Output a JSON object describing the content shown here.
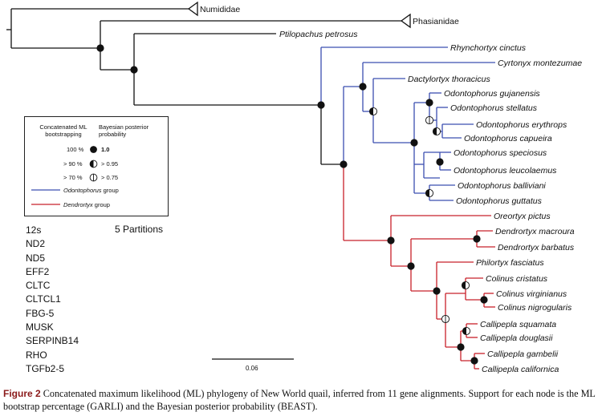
{
  "colors": {
    "black": "#111111",
    "odontophorus_group": "#3b4fb0",
    "dendrortyx_group": "#c8202a"
  },
  "taxa": {
    "numididae": "Numididae",
    "phasianidae": "Phasianidae",
    "ptilopachus": "Ptilopachus petrosus",
    "rhynchortyx": "Rhynchortyx cinctus",
    "cyrtonyx": "Cyrtonyx montezumae",
    "dactylortyx": "Dactylortyx thoracicus",
    "od_gujanensis": "Odontophorus gujanensis",
    "od_stellatus": "Odontophorus stellatus",
    "od_erythrops": "Odontophorus erythrops",
    "od_capueira": "Odontophorus capueira",
    "od_speciosus": "Odontophorus speciosus",
    "od_leucolaemus": "Odontophorus leucolaemus",
    "od_balliviani": "Odontophorus balliviani",
    "od_guttatus": "Odontophorus guttatus",
    "oreortyx": "Oreortyx pictus",
    "dendrortyx_macroura": "Dendrortyx macroura",
    "dendrortyx_barbatus": "Dendrortyx barbatus",
    "philortyx": "Philortyx fasciatus",
    "colinus_cristatus": "Colinus cristatus",
    "colinus_virginianus": "Colinus virginianus",
    "colinus_nigrogularis": "Colinus nigrogularis",
    "callipepla_squamata": "Callipepla squamata",
    "callipepla_douglasii": "Callipepla douglasii",
    "callipepla_gambelii": "Callipepla gambelii",
    "callipepla_californica": "Callipepla californica"
  },
  "legend": {
    "col1_line1": "Concatenated ML",
    "col1_line2": "bootstrapping",
    "col2_line1": "Bayesian posterior",
    "col2_line2": "probability",
    "row1_ml": "100 %",
    "row1_bayes": "1.0",
    "row2_ml": "> 90 %",
    "row2_bayes": "> 0.95",
    "row3_ml": "> 70 %",
    "row3_bayes": "> 0.75",
    "odontophorus_italic": "Odontophorus",
    "odontophorus_rest": " group",
    "dendrortyx_italic": "Dendrortyx",
    "dendrortyx_rest": " group"
  },
  "genes": [
    "12s",
    "ND2",
    "ND5",
    "EFF2",
    "CLTC",
    "CLTCL1",
    "FBG-5",
    "MUSK",
    "SERPINB14",
    "RHO",
    "TGFb2-5"
  ],
  "partitions": "5 Partitions",
  "scale_bar_label": "0.06",
  "caption": {
    "label": "Figure 2",
    "text": " Concatenated maximum likelihood (ML) phylogeny of New World quail, inferred from 11 gene alignments. Support for each node is the ML bootstrap percentage (GARLI) and the Bayesian posterior probability (BEAST)."
  }
}
